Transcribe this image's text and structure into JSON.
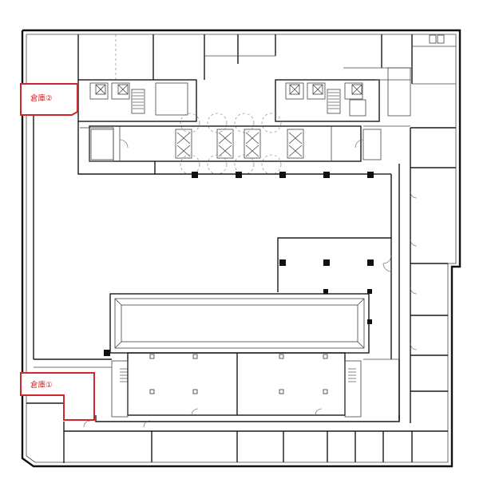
{
  "floor_plan": {
    "rooms": [
      {
        "id": "storage-2",
        "label": "倉庫②",
        "color": "#d0252b"
      },
      {
        "id": "storage-1",
        "label": "倉庫①",
        "color": "#d0252b"
      }
    ],
    "colors": {
      "wall": "#1a1a1a",
      "highlight": "#d0252b",
      "background": "#ffffff"
    }
  }
}
